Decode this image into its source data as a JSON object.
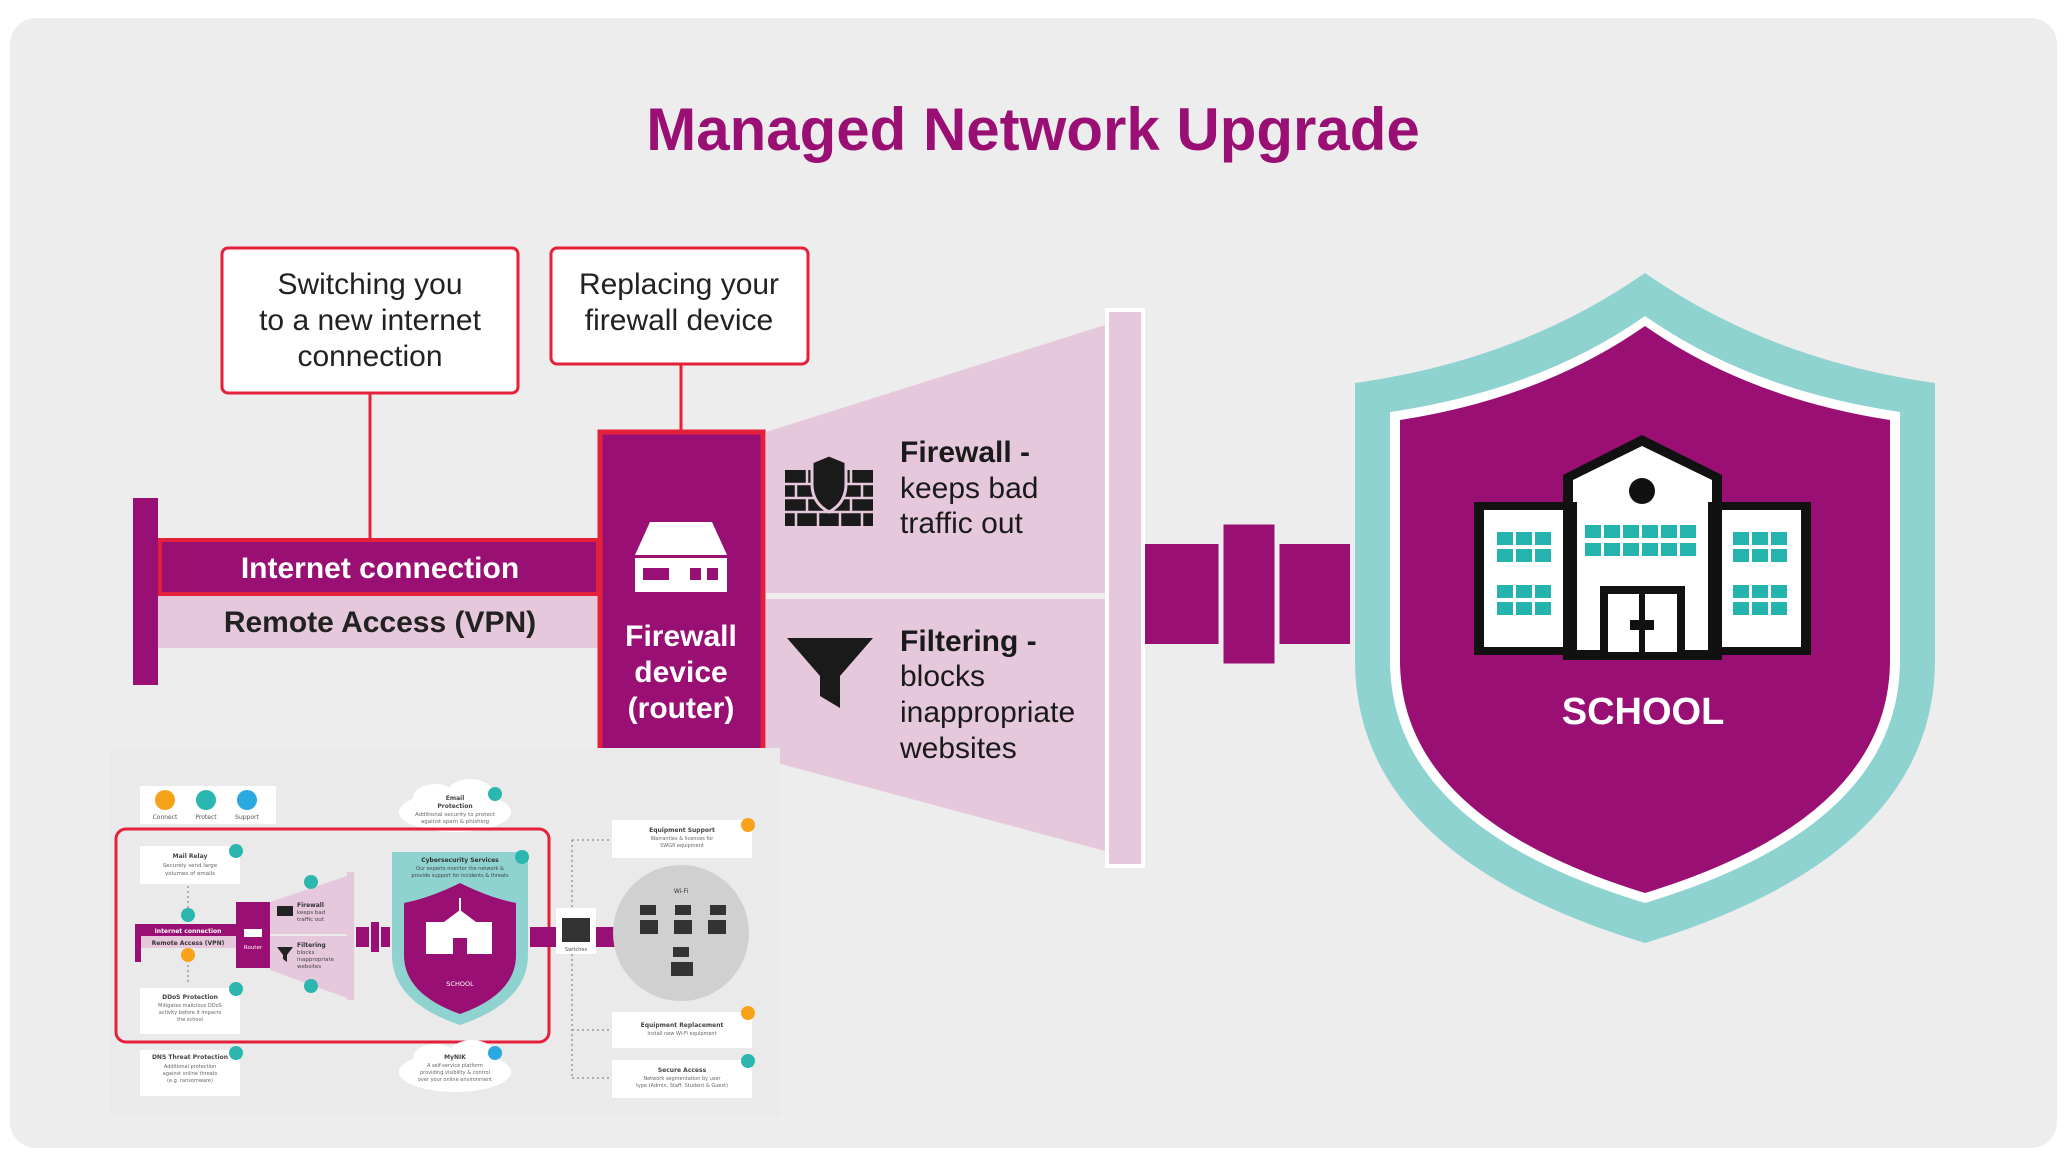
{
  "title": "Managed Network Upgrade",
  "callouts": {
    "internet": {
      "lines": [
        "Switching you",
        "to a new internet",
        "connection"
      ]
    },
    "firewall": {
      "lines": [
        "Replacing your",
        "firewall device"
      ]
    }
  },
  "pipe": {
    "internet_label": "Internet connection",
    "vpn_label": "Remote Access (VPN)"
  },
  "router": {
    "lines": [
      "Firewall",
      "device",
      "(router)"
    ]
  },
  "features": {
    "firewall": {
      "title": "Firewall -",
      "lines": [
        "keeps bad",
        "traffic out"
      ]
    },
    "filtering": {
      "title": "Filtering -",
      "lines": [
        "blocks",
        "inappropriate",
        "websites"
      ]
    }
  },
  "school": {
    "label": "SCHOOL"
  },
  "thumbnail": {
    "top_icons": [
      "Connect",
      "Protect",
      "Support"
    ],
    "mail_relay": {
      "title": "Mail Relay",
      "lines": [
        "Securely send large",
        "volumes of emails"
      ]
    },
    "email_protection": {
      "title": "Email",
      "lines": [
        "Protection",
        "Additional security to protect",
        "against spam & phishing"
      ]
    },
    "cyber": {
      "title": "Cybersecurity Services",
      "lines": [
        "Our experts monitor the network &",
        "provide support for incidents & threats"
      ]
    },
    "internet_label": "Internet connection",
    "vpn_label": "Remote Access (VPN)",
    "router_label": "Router",
    "firewall": {
      "title": "Firewall",
      "lines": [
        "keeps bad",
        "traffic out"
      ]
    },
    "filtering": {
      "title": "Filtering",
      "lines": [
        "blocks",
        "inappropriate",
        "websites"
      ]
    },
    "school_label": "SCHOOL",
    "switches_label": "Switches",
    "wifi_label": "Wi-Fi",
    "equipment_support": {
      "title": "Equipment Support",
      "lines": [
        "Warranties & licences for",
        "SWGfl equipment"
      ]
    },
    "ddos": {
      "title": "DDoS Protection",
      "lines": [
        "Mitigates malicious DDoS",
        "activity before it impacts",
        "the school"
      ]
    },
    "equipment_replacement": {
      "title": "Equipment Replacement",
      "lines": [
        "Install new Wi-Fi equipment"
      ]
    },
    "dns": {
      "title": "DNS Threat Protection",
      "lines": [
        "Additional protection",
        "against online threats",
        "(e.g. ransomware)"
      ]
    },
    "mylink": {
      "title": "MyNIK",
      "lines": [
        "A self-service platform",
        "providing visibility & control",
        "over your online environment"
      ]
    },
    "secure_access": {
      "title": "Secure Access",
      "lines": [
        "Network segmentation by user",
        "type (Admin, Staff, Student & Guest)"
      ]
    }
  },
  "colors": {
    "purple": "#9a0f73",
    "pink_light": "#e6c8dc",
    "pink_mid": "#dfb9d1",
    "red": "#e5203a",
    "teal": "#8ed3d0",
    "teal_dark": "#25b3ad",
    "background": "#ededed",
    "thumb_teal": "#2bb7b0",
    "thumb_orange": "#f7a21b",
    "thumb_blue": "#29a9e0"
  }
}
